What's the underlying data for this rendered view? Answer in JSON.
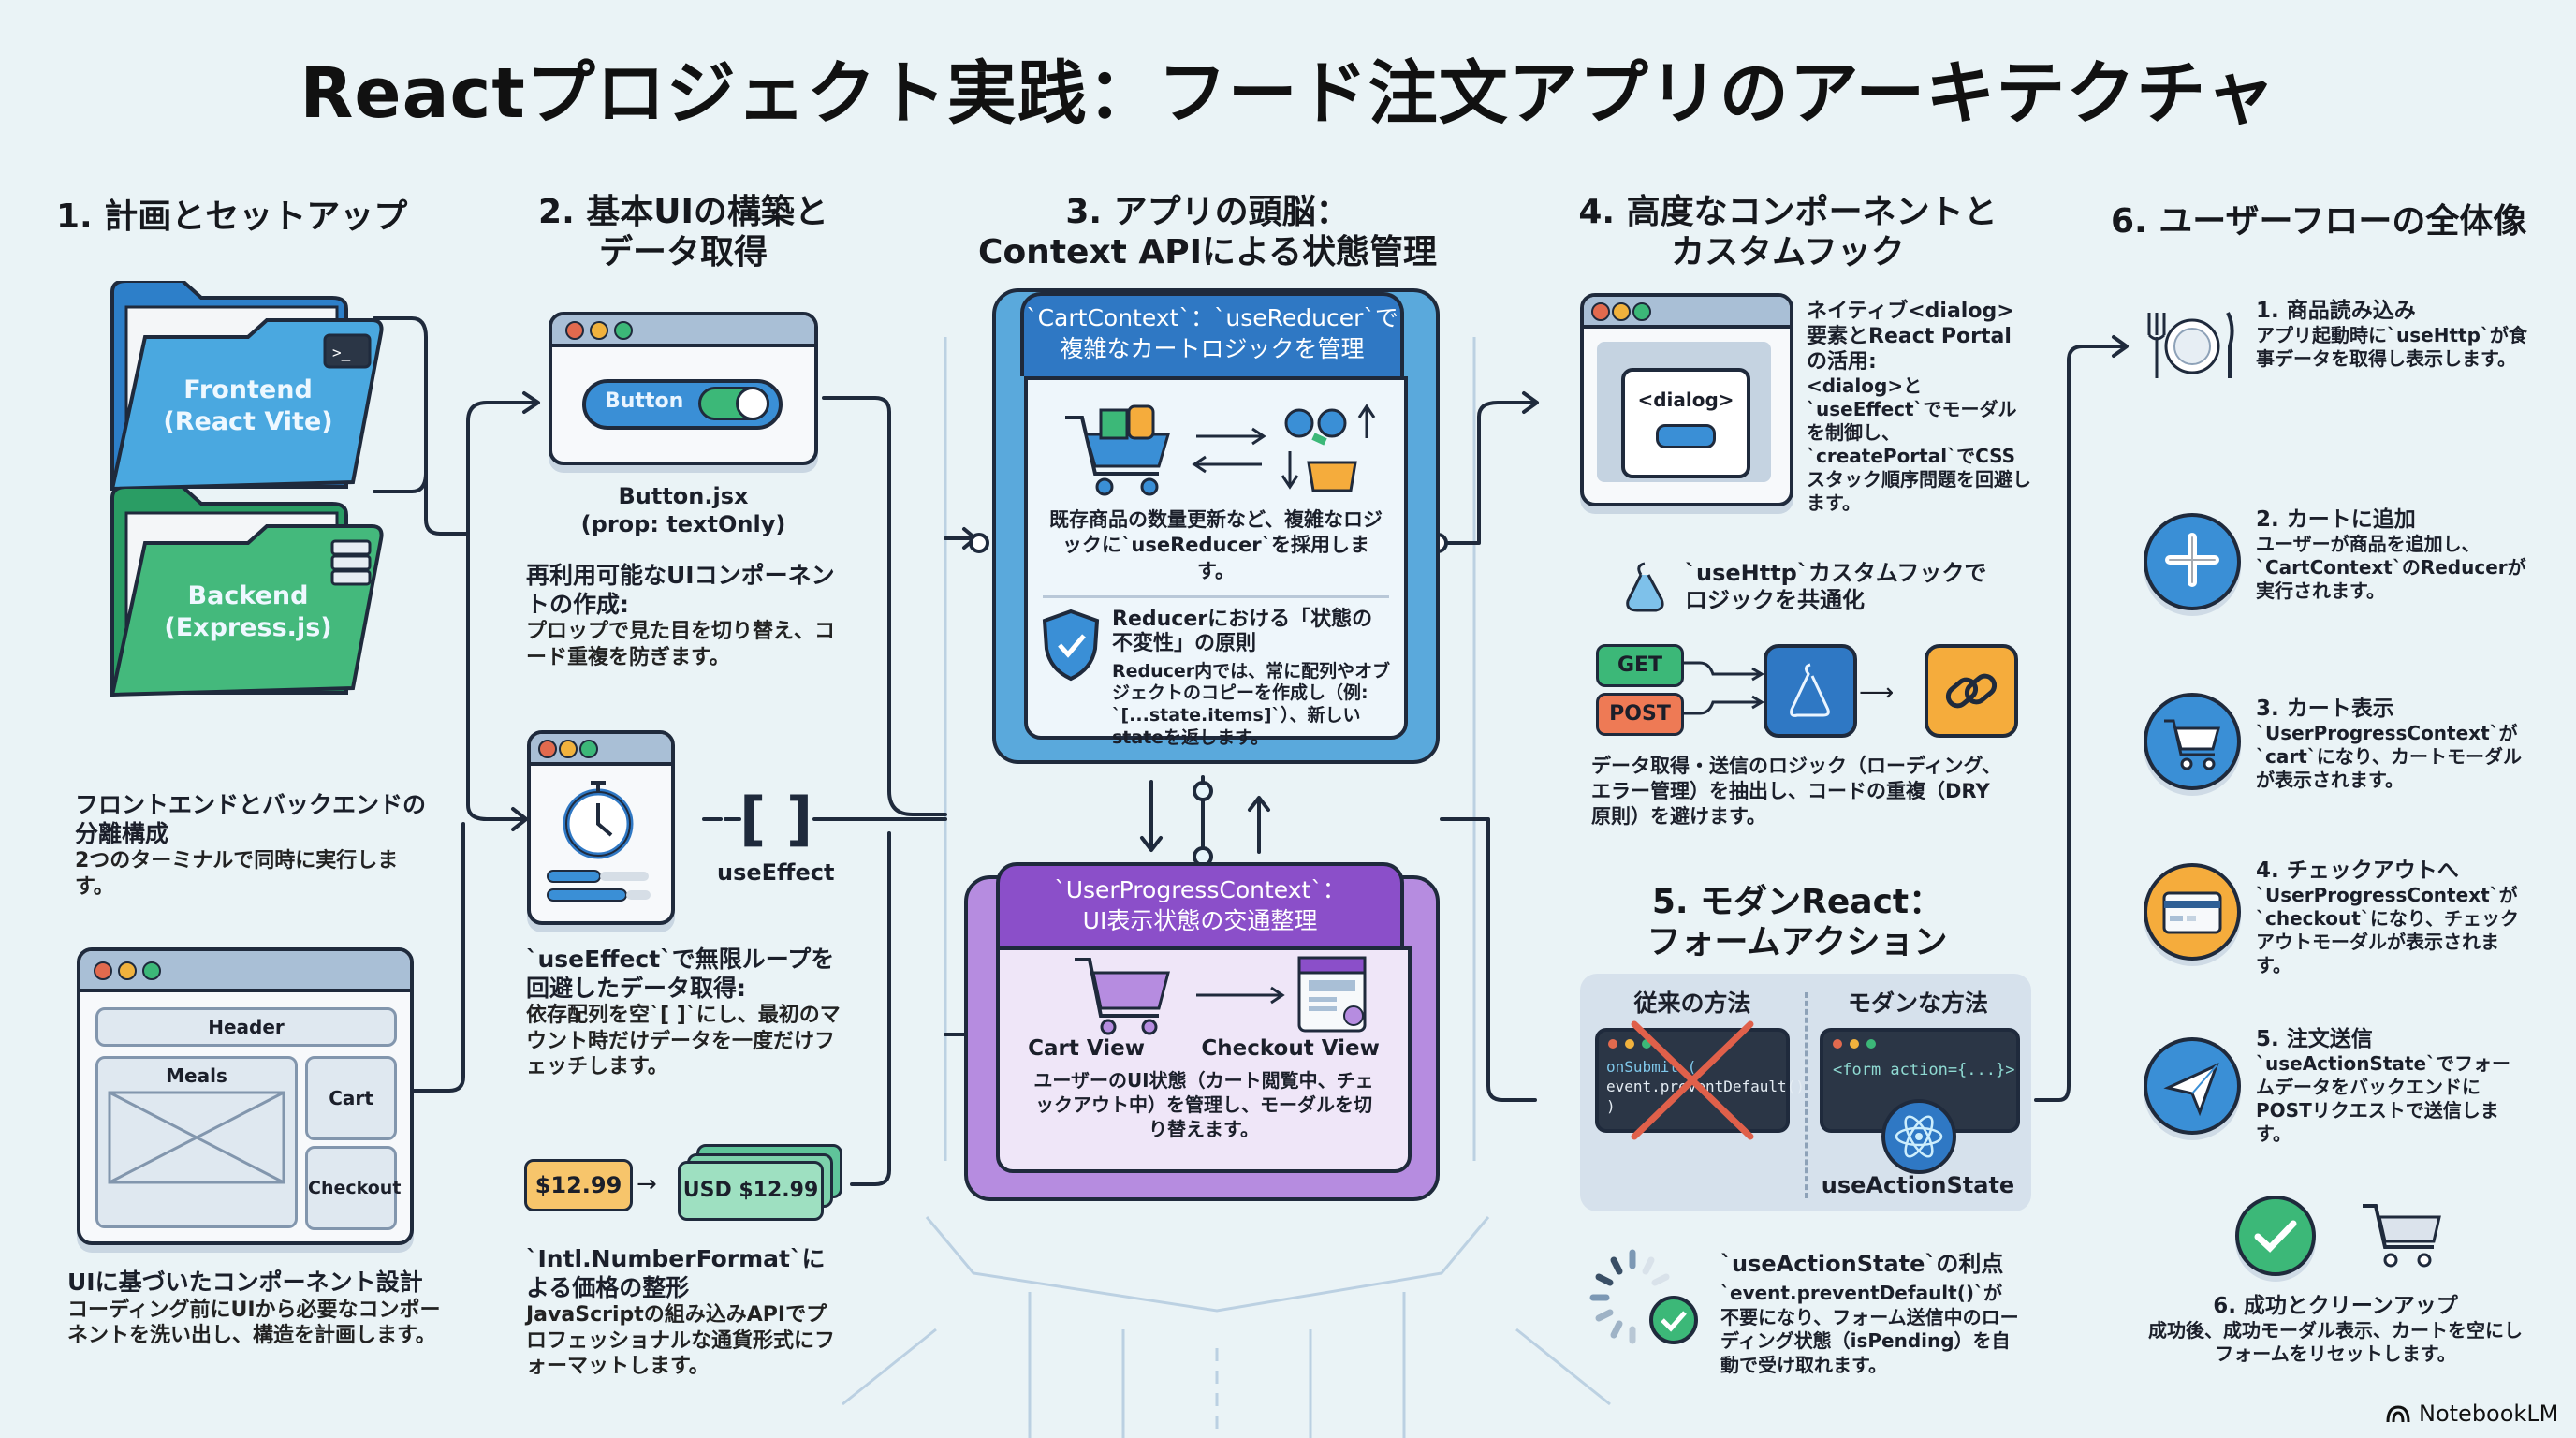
{
  "title": "Reactプロジェクト実践：フード注文アプリのアーキテクチャ",
  "sections": {
    "s1": {
      "heading": "1. 計画とセットアップ",
      "frontend_folder": {
        "line1": "Frontend",
        "line2": "(React Vite)",
        "icon": "terminal-icon"
      },
      "backend_folder": {
        "line1": "Backend",
        "line2": "(Express.js)",
        "icon": "server-icon"
      },
      "split_title": "フロントエンドとバックエンドの分離構成",
      "split_desc": "2つのターミナルで同時に実行します。",
      "wireframe": {
        "header": "Header",
        "meals": "Meals",
        "cart": "Cart",
        "checkout": "Checkout"
      },
      "design_title": "UIに基づいたコンポーネント設計",
      "design_desc": "コーディング前にUIから必要なコンポーネントを洗い出し、構造を計画します。"
    },
    "s2": {
      "heading_l1": "2. 基本UIの構築と",
      "heading_l2": "データ取得",
      "button_label": "Button",
      "button_file": "Button.jsx",
      "button_prop": "(prop: textOnly)",
      "reuse_title": "再利用可能なUIコンポーネントの作成:",
      "reuse_desc": "プロップで見た目を切り替え、コード重複を防ぎます。",
      "deps_label": "[ ]",
      "use_effect_label": "useEffect",
      "effect_title": "`useEffect`で無限ループを回避したデータ取得:",
      "effect_desc": "依存配列を空`[ ]`にし、最初のマウント時だけデータを一度だけフェッチします。",
      "price_raw": "$12.99",
      "price_formatted": "USD $12.99",
      "intl_title": "`Intl.NumberFormat`による価格の整形",
      "intl_desc": "JavaScriptの組み込みAPIでプロフェッショナルな通貨形式にフォーマットします。"
    },
    "s3": {
      "heading_l1": "3. アプリの頭脳：",
      "heading_l2": "Context APIによる状態管理",
      "cart_ctx_title_l1": "`CartContext`：`useReducer`で",
      "cart_ctx_title_l2": "複雑なカートロジックを管理",
      "cart_ctx_desc": "既存商品の数量更新など、複雑なロジックに`useReducer`を採用します。",
      "immut_title": "Reducerにおける「状態の不変性」の原則",
      "immut_desc": "Reducer内では、常に配列やオブジェクトのコピーを作成し（例: `[...state.items]`）、新しいstateを返します。",
      "progress_ctx_title_l1": "`UserProgressContext`：",
      "progress_ctx_title_l2": "UI表示状態の交通整理",
      "cart_view": "Cart View",
      "checkout_view": "Checkout View",
      "progress_desc": "ユーザーのUI状態（カート閲覧中、チェックアウト中）を管理し、モーダルを切り替えます。"
    },
    "s4": {
      "heading_l1": "4. 高度なコンポーネントと",
      "heading_l2": "カスタムフック",
      "dialog_label": "<dialog>",
      "dialog_title": "ネイティブ<dialog>要素とReact Portalの活用:",
      "dialog_desc": "<dialog>と`useEffect`でモーダルを制御し、`createPortal`でCSSスタック順序問題を回避します。",
      "http_title": "`useHttp`カスタムフックでロジックを共通化",
      "get_label": "GET",
      "post_label": "POST",
      "http_desc": "データ取得・送信のロジック（ローディング、エラー管理）を抽出し、コードの重複（DRY原則）を避けます。"
    },
    "s5": {
      "heading_l1": "5. モダンReact：",
      "heading_l2": "フォームアクション",
      "legacy_label": "従来の方法",
      "modern_label": "モダンな方法",
      "legacy_code": [
        "onSubmit (",
        "event.preventDefault()",
        ")"
      ],
      "modern_code": "<form action={...}>",
      "hook_name": "useActionState",
      "benefit_title": "`useActionState`の利点",
      "benefit_desc": "`event.preventDefault()`が不要になり、フォーム送信中のローディング状態（isPending）を自動で受け取れます。"
    },
    "s6": {
      "heading": "6. ユーザーフローの全体像",
      "steps": [
        {
          "title": "1. 商品読み込み",
          "desc": "アプリ起動時に`useHttp`が食事データを取得し表示します。",
          "icon": "plate-cutlery-icon",
          "color": "#ffffff"
        },
        {
          "title": "2. カートに追加",
          "desc": "ユーザーが商品を追加し、`CartContext`のReducerが実行されます。",
          "icon": "plus-icon",
          "color": "#3a8fd6"
        },
        {
          "title": "3. カート表示",
          "desc": "`UserProgressContext`が`cart`になり、カートモーダルが表示されます。",
          "icon": "cart-icon",
          "color": "#3a8fd6"
        },
        {
          "title": "4. チェックアウトへ",
          "desc": "`UserProgressContext`が`checkout`になり、チェックアウトモーダルが表示されます。",
          "icon": "credit-card-icon",
          "color": "#f5ac3c"
        },
        {
          "title": "5. 注文送信",
          "desc": "`useActionState`でフォームデータをバックエンドにPOSTリクエストで送信します。",
          "icon": "send-icon",
          "color": "#3a8fd6"
        },
        {
          "title": "6. 成功とクリーンアップ",
          "desc": "成功後、成功モーダル表示、カートを空にしフォームをリセットします。",
          "icon": "check-circle-icon",
          "color": "#3dba7c"
        }
      ]
    }
  },
  "brand": "NotebookLM",
  "colors": {
    "blue": "#2f78c4",
    "purple": "#8b4fc9",
    "green": "#3cb878",
    "orange": "#f5ac3c",
    "red": "#e26a4e",
    "bg": "#eaf3f6"
  }
}
